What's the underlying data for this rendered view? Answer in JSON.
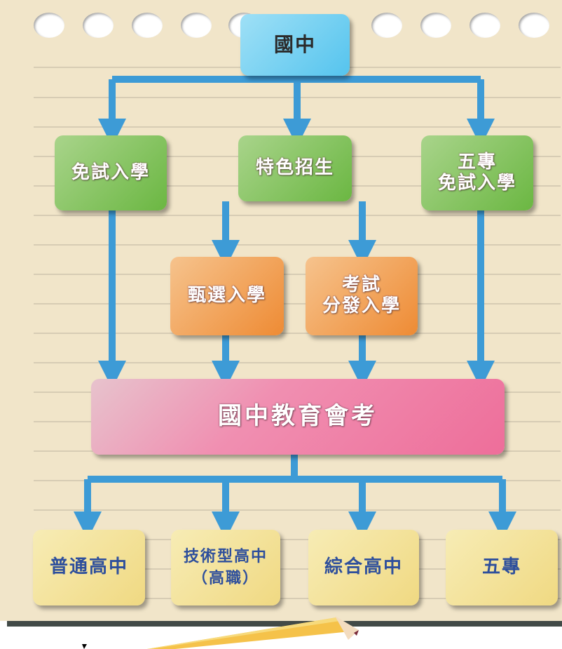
{
  "diagram": {
    "top": "國中",
    "routes": {
      "exam_free": "免試入學",
      "special": "特色招生",
      "five_year_line1": "五專",
      "five_year_line2": "免試入學"
    },
    "special_sub": {
      "selection": "甄選入學",
      "exam_line1": "考試",
      "exam_line2": "分發入學"
    },
    "exam": "國中教育會考",
    "schools": {
      "general": "普通高中",
      "vocational_line1": "技術型高中",
      "vocational_line2": "（高職）",
      "comprehensive": "綜合高中",
      "junior_college": "五專"
    }
  },
  "colors": {
    "arrow": "#3d9bd6",
    "paper": "#f1e5c9",
    "top": "#66c9f0",
    "route": "#78bd4f",
    "sub": "#f0963e",
    "exam": "#ee7aa3",
    "school": "#f2dc8c"
  }
}
